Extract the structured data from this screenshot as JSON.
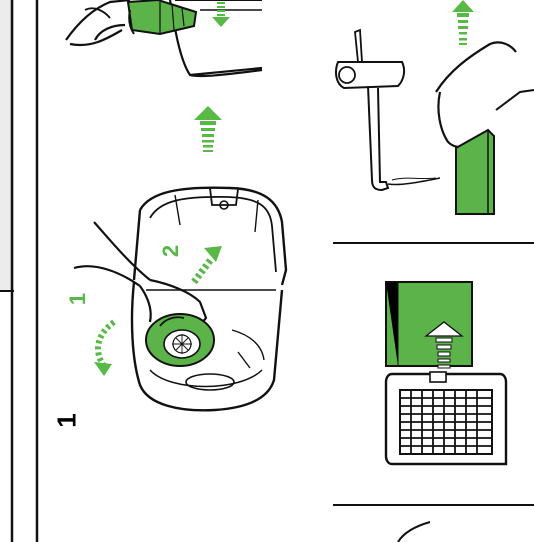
{
  "manual_page": {
    "step_number": "1",
    "callouts": [
      "1",
      "2"
    ]
  },
  "colors": {
    "accent_green": "#58b947",
    "filter_green": "#5cb34a",
    "line": "#111111",
    "side_gray": "#ececec"
  },
  "icons": {
    "up_arrow": "dashed-up-arrow-icon",
    "down_arrow": "dashed-down-arrow-icon",
    "curved_arrow": "curved-dashed-arrow-icon"
  }
}
